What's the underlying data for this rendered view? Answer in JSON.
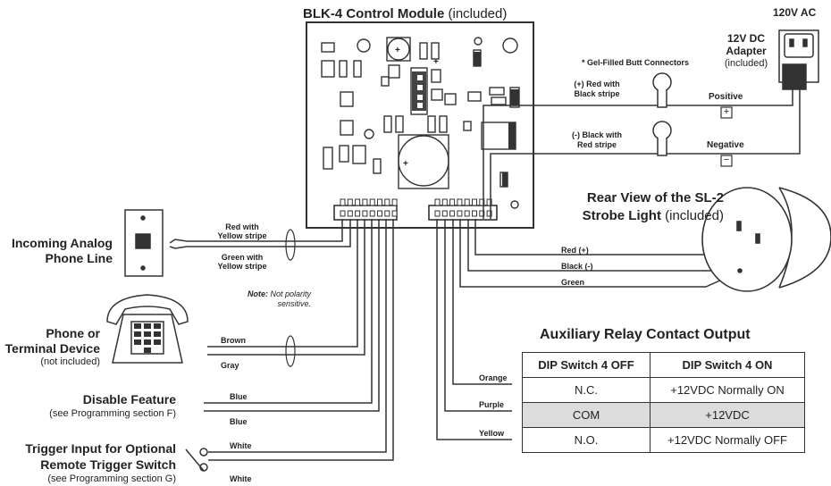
{
  "title": {
    "name": "BLK-4 Control Module",
    "suffix": " (included)"
  },
  "power": {
    "ac": "120V AC",
    "adapter": [
      "12V DC",
      "Adapter"
    ],
    "adapter_note": "(included)",
    "gel": "* Gel-Filled Butt Connectors",
    "pos_wire": [
      "(+) Red with",
      "Black stripe"
    ],
    "neg_wire": [
      "(-) Black with",
      "Red stripe"
    ],
    "positive": "Positive",
    "negative": "Negative",
    "plus": "+",
    "minus": "−"
  },
  "strobe": {
    "title": "Rear View of the SL-2",
    "title2": "Strobe Light",
    "included": " (included)",
    "wires": [
      "Red (+)",
      "Black (-)",
      "Green"
    ]
  },
  "phone_line": {
    "label": [
      "Incoming Analog",
      "Phone Line"
    ],
    "wires": [
      [
        "Red with",
        "Yellow stripe"
      ],
      [
        "Green with",
        "Yellow stripe"
      ]
    ],
    "note_bold": "Note:",
    "note_rest": " Not polarity",
    "note_line2": "sensitive."
  },
  "phone_device": {
    "label": [
      "Phone or",
      "Terminal Device"
    ],
    "sub": "(not included)",
    "wires": [
      "Brown",
      "Gray"
    ]
  },
  "disable": {
    "label": "Disable Feature",
    "sub": "(see Programming section F)",
    "wires": [
      "Blue",
      "Blue"
    ]
  },
  "trigger": {
    "label": [
      "Trigger Input for Optional",
      "Remote Trigger Switch"
    ],
    "sub": "(see Programming section G)",
    "wires": [
      "White",
      "White"
    ]
  },
  "relay": {
    "title": "Auxiliary Relay Contact Output",
    "headers": [
      "DIP Switch 4 OFF",
      "DIP Switch 4 ON"
    ],
    "rows": [
      {
        "wire": "Orange",
        "off": "N.C.",
        "on": "+12VDC Normally ON"
      },
      {
        "wire": "Purple",
        "off": "COM",
        "on": "+12VDC"
      },
      {
        "wire": "Yellow",
        "off": "N.O.",
        "on": "+12VDC Normally OFF"
      }
    ]
  }
}
